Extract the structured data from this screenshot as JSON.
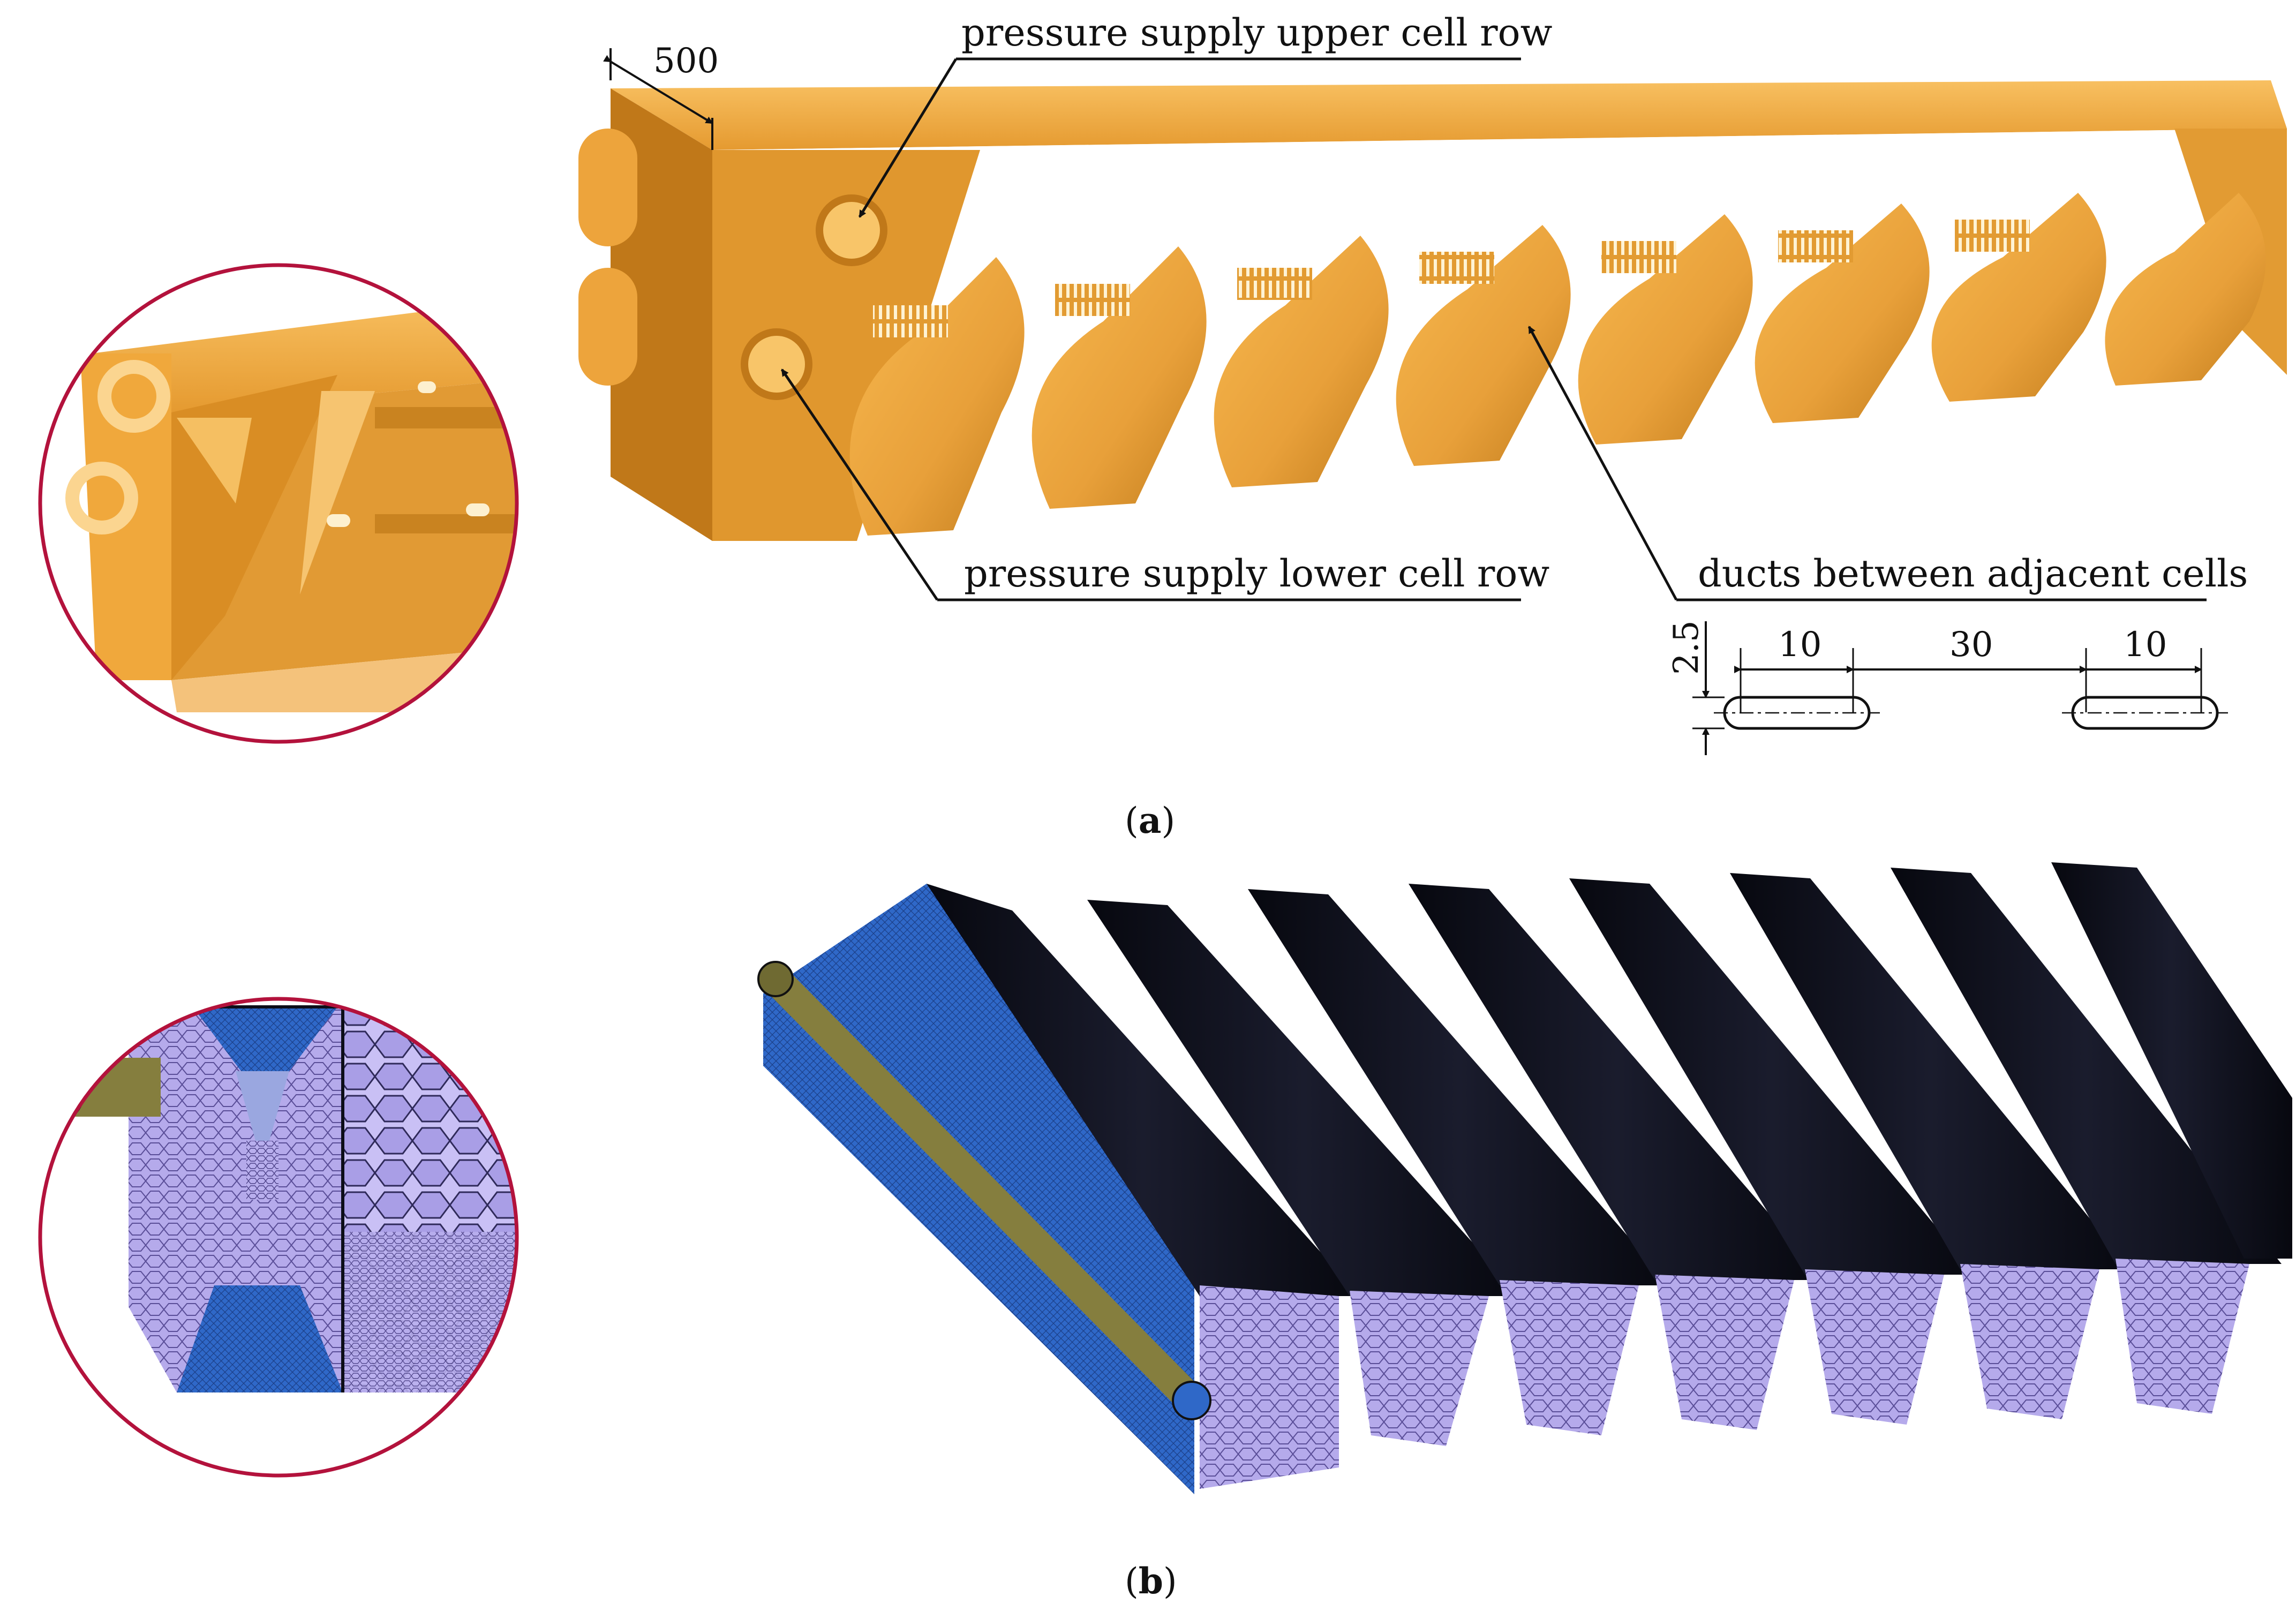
{
  "colors": {
    "orange_light": "#f6b34a",
    "orange_mid": "#e5992f",
    "orange_dark": "#b87315",
    "mesh_blue": "#2f68c8",
    "mesh_lavender": "#b4a8ea",
    "mesh_dark": "#0c0d18",
    "rod_olive": "#857e3e",
    "circle_outline": "#b3123c"
  },
  "panel_a": {
    "caption_letter": "a",
    "label_upper": "pressure supply upper cell row",
    "label_lower": "pressure supply lower cell row",
    "label_ducts": "ducts between adjacent cells",
    "dim_length": "500",
    "dim_height": "2.5",
    "dim_slot_left": "10",
    "dim_gap": "30",
    "dim_slot_right": "10"
  },
  "panel_b": {
    "caption_letter": "b"
  }
}
